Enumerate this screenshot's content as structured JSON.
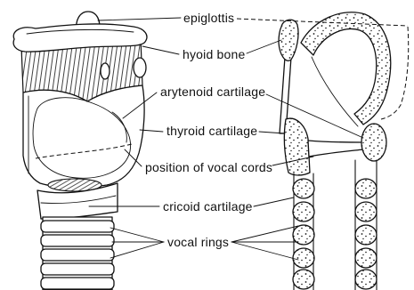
{
  "labels": {
    "epiglottis": "epiglottis",
    "hyoid_bone": "hyoid bone",
    "arytenoid_cartilage": "arytenoid cartilage",
    "thyroid_cartilage": "thyroid cartilage",
    "vocal_cords_position": "position of vocal cords",
    "cricoid_cartilage": "cricoid cartilage",
    "vocal_rings": "vocal rings"
  }
}
